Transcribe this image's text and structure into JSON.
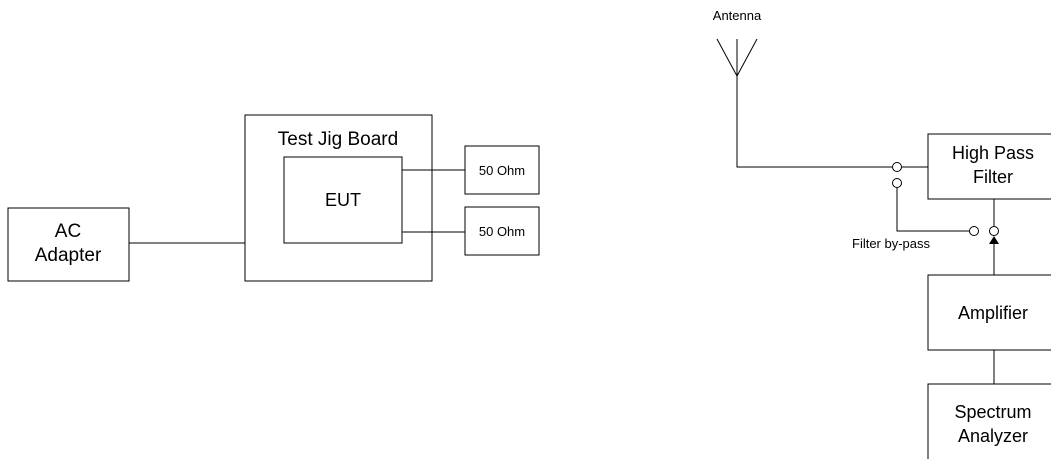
{
  "left_setup": {
    "ac_adapter": {
      "line1": "AC",
      "line2": "Adapter"
    },
    "test_jig_board": {
      "label": "Test Jig Board"
    },
    "eut": {
      "label": "EUT"
    },
    "load_top": {
      "label": "50 Ohm"
    },
    "load_bottom": {
      "label": "50 Ohm"
    }
  },
  "right_setup": {
    "antenna": {
      "label": "Antenna"
    },
    "high_pass_filter": {
      "line1": "High Pass",
      "line2": "Filter"
    },
    "filter_bypass": {
      "label": "Filter by-pass"
    },
    "amplifier": {
      "label": "Amplifier"
    },
    "spectrum_analyzer": {
      "line1": "Spectrum",
      "line2": "Analyzer"
    }
  }
}
